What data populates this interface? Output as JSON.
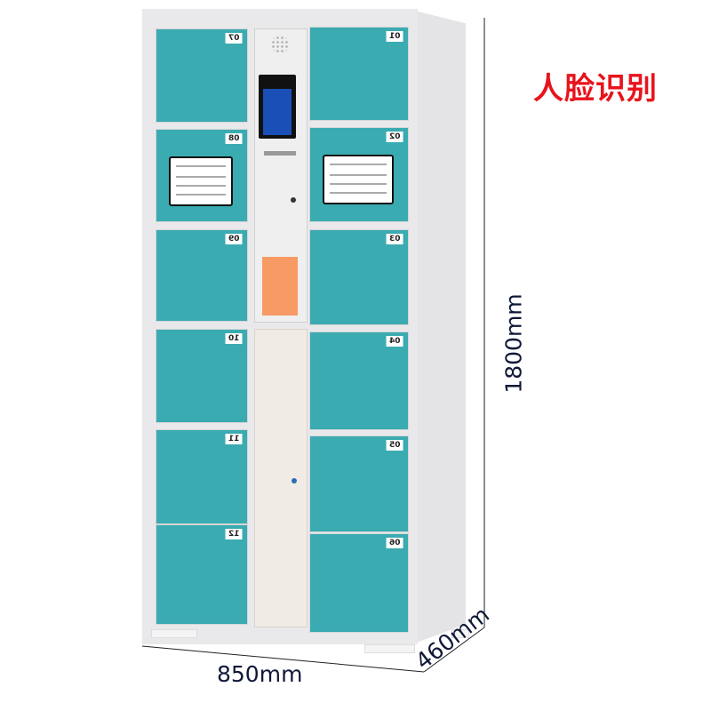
{
  "title": "人脸识别",
  "dimensions": {
    "height": "1800mm",
    "width": "850mm",
    "depth": "460mm"
  },
  "left_column": [
    "07",
    "08",
    "09",
    "10",
    "11",
    "12"
  ],
  "right_column": [
    "01",
    "02",
    "03",
    "04",
    "05",
    "06"
  ],
  "colors": {
    "door": "#3aabb0",
    "title": "#e8141c",
    "dimension_text": "#101838",
    "sticker": "#f79a63",
    "screen": "#1a4fb8"
  }
}
